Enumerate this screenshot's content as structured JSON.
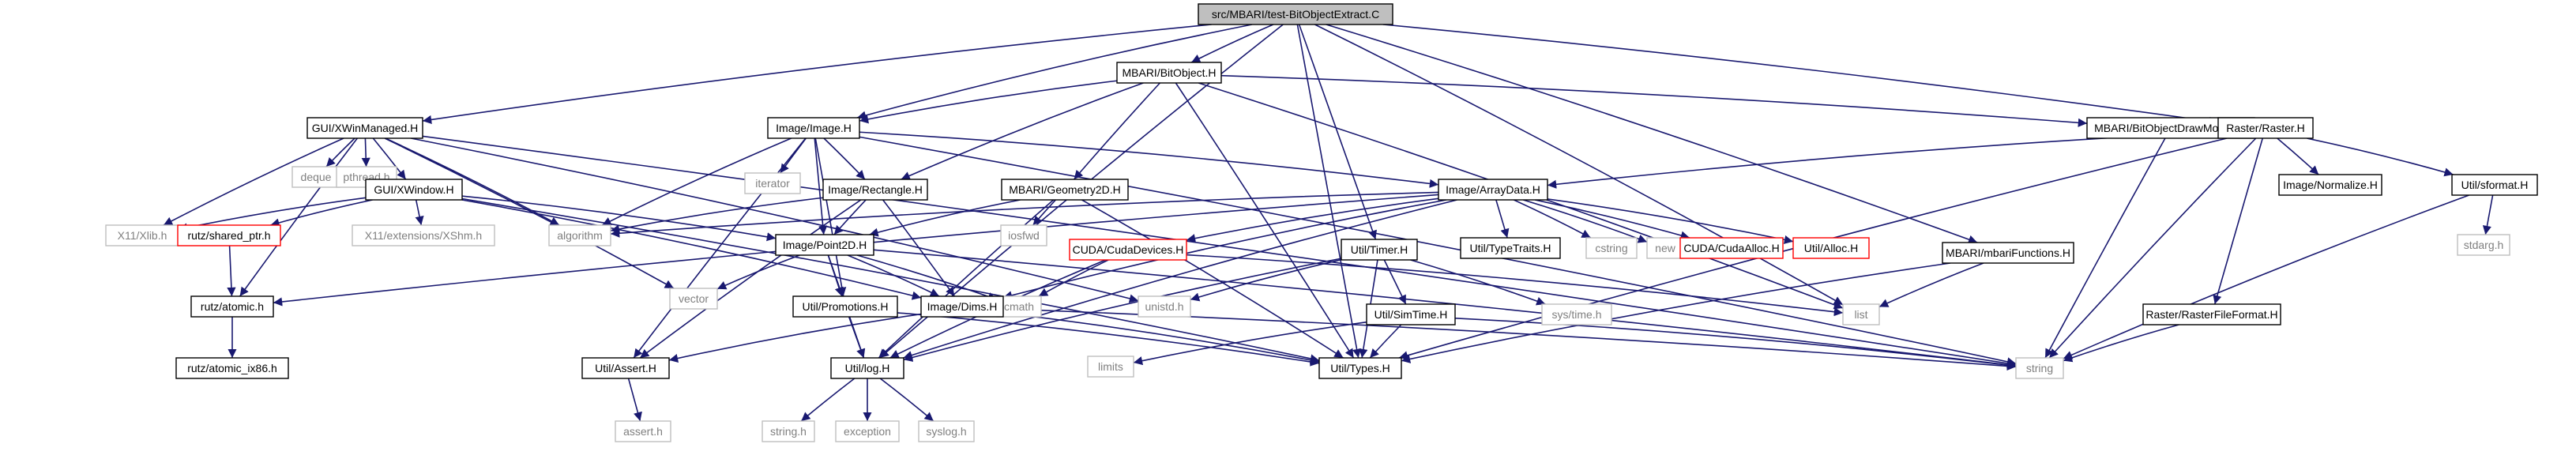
{
  "diagram": {
    "root": "src/MBARI/test-BitObjectExtract.C",
    "colors": {
      "edge": "#191970",
      "box": "#000000",
      "external": "#bfbfbf",
      "broken": "#ff0000",
      "root_fill": "#bfbfbf",
      "text": "#000000",
      "external_text": "#7f7f7f"
    },
    "nodes": [
      {
        "id": "root",
        "label": "src/MBARI/test-BitObjectExtract.C",
        "style": "root"
      },
      {
        "id": "bitobject",
        "label": "MBARI/BitObject.H",
        "style": "file"
      },
      {
        "id": "xwinmanaged",
        "label": "GUI/XWinManaged.H",
        "style": "file"
      },
      {
        "id": "image",
        "label": "Image/Image.H",
        "style": "file"
      },
      {
        "id": "drawmodes",
        "label": "MBARI/BitObjectDrawModes.H",
        "style": "file"
      },
      {
        "id": "raster",
        "label": "Raster/Raster.H",
        "style": "file"
      },
      {
        "id": "deque",
        "label": "deque",
        "style": "external"
      },
      {
        "id": "pthread",
        "label": "pthread.h",
        "style": "external"
      },
      {
        "id": "xwindow",
        "label": "GUI/XWindow.H",
        "style": "file"
      },
      {
        "id": "iterator",
        "label": "iterator",
        "style": "external"
      },
      {
        "id": "rectangle",
        "label": "Image/Rectangle.H",
        "style": "file"
      },
      {
        "id": "geometry2d",
        "label": "MBARI/Geometry2D.H",
        "style": "file"
      },
      {
        "id": "arraydata",
        "label": "Image/ArrayData.H",
        "style": "file"
      },
      {
        "id": "normalize",
        "label": "Image/Normalize.H",
        "style": "file"
      },
      {
        "id": "sformat",
        "label": "Util/sformat.H",
        "style": "file"
      },
      {
        "id": "xlib",
        "label": "X11/Xlib.h",
        "style": "external"
      },
      {
        "id": "sharedptr",
        "label": "rutz/shared_ptr.h",
        "style": "broken"
      },
      {
        "id": "xshm",
        "label": "X11/extensions/XShm.h",
        "style": "external"
      },
      {
        "id": "algorithm",
        "label": "algorithm",
        "style": "external"
      },
      {
        "id": "iosfwd",
        "label": "iosfwd",
        "style": "external"
      },
      {
        "id": "point2d",
        "label": "Image/Point2D.H",
        "style": "file"
      },
      {
        "id": "cudadevices",
        "label": "CUDA/CudaDevices.H",
        "style": "broken"
      },
      {
        "id": "timer",
        "label": "Util/Timer.H",
        "style": "file"
      },
      {
        "id": "typetraits",
        "label": "Util/TypeTraits.H",
        "style": "file"
      },
      {
        "id": "cstring",
        "label": "cstring",
        "style": "external"
      },
      {
        "id": "new",
        "label": "new",
        "style": "external"
      },
      {
        "id": "cudaalloc",
        "label": "CUDA/CudaAlloc.H",
        "style": "broken"
      },
      {
        "id": "alloc",
        "label": "Util/Alloc.H",
        "style": "broken"
      },
      {
        "id": "mbarifunctions",
        "label": "MBARI/mbariFunctions.H",
        "style": "file"
      },
      {
        "id": "stdarg",
        "label": "stdarg.h",
        "style": "external"
      },
      {
        "id": "atomic",
        "label": "rutz/atomic.h",
        "style": "file"
      },
      {
        "id": "vector",
        "label": "vector",
        "style": "external"
      },
      {
        "id": "promotions",
        "label": "Util/Promotions.H",
        "style": "file"
      },
      {
        "id": "cmath",
        "label": "cmath",
        "style": "external"
      },
      {
        "id": "dims",
        "label": "Image/Dims.H",
        "style": "file"
      },
      {
        "id": "unistd",
        "label": "unistd.h",
        "style": "external"
      },
      {
        "id": "simtime",
        "label": "Util/SimTime.H",
        "style": "file"
      },
      {
        "id": "systime",
        "label": "sys/time.h",
        "style": "external"
      },
      {
        "id": "list",
        "label": "list",
        "style": "external"
      },
      {
        "id": "rasterfileformat",
        "label": "Raster/RasterFileFormat.H",
        "style": "file"
      },
      {
        "id": "atomicix86",
        "label": "rutz/atomic_ix86.h",
        "style": "file"
      },
      {
        "id": "assert",
        "label": "Util/Assert.H",
        "style": "file"
      },
      {
        "id": "limits",
        "label": "limits",
        "style": "external"
      },
      {
        "id": "log",
        "label": "Util/log.H",
        "style": "file"
      },
      {
        "id": "types",
        "label": "Util/Types.H",
        "style": "file"
      },
      {
        "id": "string",
        "label": "string",
        "style": "external"
      },
      {
        "id": "asserth",
        "label": "assert.h",
        "style": "external"
      },
      {
        "id": "stringh",
        "label": "string.h",
        "style": "external"
      },
      {
        "id": "exception",
        "label": "exception",
        "style": "external"
      },
      {
        "id": "syslog",
        "label": "syslog.h",
        "style": "external"
      }
    ],
    "edges": [
      [
        "root",
        "bitobject"
      ],
      [
        "root",
        "xwinmanaged"
      ],
      [
        "root",
        "image"
      ],
      [
        "root",
        "raster"
      ],
      [
        "root",
        "timer"
      ],
      [
        "root",
        "mbarifunctions"
      ],
      [
        "root",
        "types"
      ],
      [
        "root",
        "list"
      ],
      [
        "root",
        "log"
      ],
      [
        "bitobject",
        "image"
      ],
      [
        "bitobject",
        "rectangle"
      ],
      [
        "bitobject",
        "geometry2d"
      ],
      [
        "bitobject",
        "drawmodes"
      ],
      [
        "bitobject",
        "types"
      ],
      [
        "bitobject",
        "list"
      ],
      [
        "xwinmanaged",
        "deque"
      ],
      [
        "xwinmanaged",
        "pthread"
      ],
      [
        "xwinmanaged",
        "xwindow"
      ],
      [
        "xwinmanaged",
        "xlib"
      ],
      [
        "xwinmanaged",
        "algorithm"
      ],
      [
        "xwinmanaged",
        "atomic"
      ],
      [
        "xwinmanaged",
        "vector"
      ],
      [
        "xwinmanaged",
        "string"
      ],
      [
        "xwinmanaged",
        "unistd"
      ],
      [
        "image",
        "rectangle"
      ],
      [
        "image",
        "iterator"
      ],
      [
        "image",
        "algorithm"
      ],
      [
        "image",
        "arraydata"
      ],
      [
        "image",
        "point2d"
      ],
      [
        "image",
        "promotions"
      ],
      [
        "image",
        "assert"
      ],
      [
        "image",
        "string"
      ],
      [
        "drawmodes",
        "string"
      ],
      [
        "raster",
        "arraydata"
      ],
      [
        "raster",
        "normalize"
      ],
      [
        "raster",
        "sformat"
      ],
      [
        "raster",
        "rasterfileformat"
      ],
      [
        "raster",
        "types"
      ],
      [
        "raster",
        "string"
      ],
      [
        "xwindow",
        "xlib"
      ],
      [
        "xwindow",
        "sharedptr"
      ],
      [
        "xwindow",
        "xshm"
      ],
      [
        "xwindow",
        "point2d"
      ],
      [
        "xwindow",
        "dims"
      ],
      [
        "xwindow",
        "types"
      ],
      [
        "rectangle",
        "point2d"
      ],
      [
        "rectangle",
        "dims"
      ],
      [
        "rectangle",
        "assert"
      ],
      [
        "rectangle",
        "algorithm"
      ],
      [
        "geometry2d",
        "point2d"
      ],
      [
        "geometry2d",
        "iosfwd"
      ],
      [
        "geometry2d",
        "types"
      ],
      [
        "geometry2d",
        "log"
      ],
      [
        "arraydata",
        "dims"
      ],
      [
        "arraydata",
        "cudadevices"
      ],
      [
        "arraydata",
        "typetraits"
      ],
      [
        "arraydata",
        "cstring"
      ],
      [
        "arraydata",
        "new"
      ],
      [
        "arraydata",
        "cudaalloc"
      ],
      [
        "arraydata",
        "alloc"
      ],
      [
        "arraydata",
        "log"
      ],
      [
        "arraydata",
        "atomic"
      ],
      [
        "arraydata",
        "algorithm"
      ],
      [
        "sformat",
        "stdarg"
      ],
      [
        "sformat",
        "string"
      ],
      [
        "sharedptr",
        "atomic"
      ],
      [
        "point2d",
        "vector"
      ],
      [
        "point2d",
        "promotions"
      ],
      [
        "point2d",
        "cmath"
      ],
      [
        "point2d",
        "dims"
      ],
      [
        "point2d",
        "log"
      ],
      [
        "point2d",
        "string"
      ],
      [
        "cudadevices",
        "cmath"
      ],
      [
        "cudadevices",
        "list"
      ],
      [
        "cudadevices",
        "log"
      ],
      [
        "timer",
        "unistd"
      ],
      [
        "timer",
        "simtime"
      ],
      [
        "timer",
        "systime"
      ],
      [
        "timer",
        "types"
      ],
      [
        "timer",
        "log"
      ],
      [
        "mbarifunctions",
        "list"
      ],
      [
        "mbarifunctions",
        "types"
      ],
      [
        "atomic",
        "atomicix86"
      ],
      [
        "promotions",
        "log"
      ],
      [
        "promotions",
        "types"
      ],
      [
        "dims",
        "assert"
      ],
      [
        "dims",
        "types"
      ],
      [
        "dims",
        "string"
      ],
      [
        "simtime",
        "limits"
      ],
      [
        "simtime",
        "types"
      ],
      [
        "simtime",
        "string"
      ],
      [
        "rasterfileformat",
        "string"
      ],
      [
        "assert",
        "asserth"
      ],
      [
        "log",
        "stringh"
      ],
      [
        "log",
        "exception"
      ],
      [
        "log",
        "syslog"
      ]
    ]
  }
}
